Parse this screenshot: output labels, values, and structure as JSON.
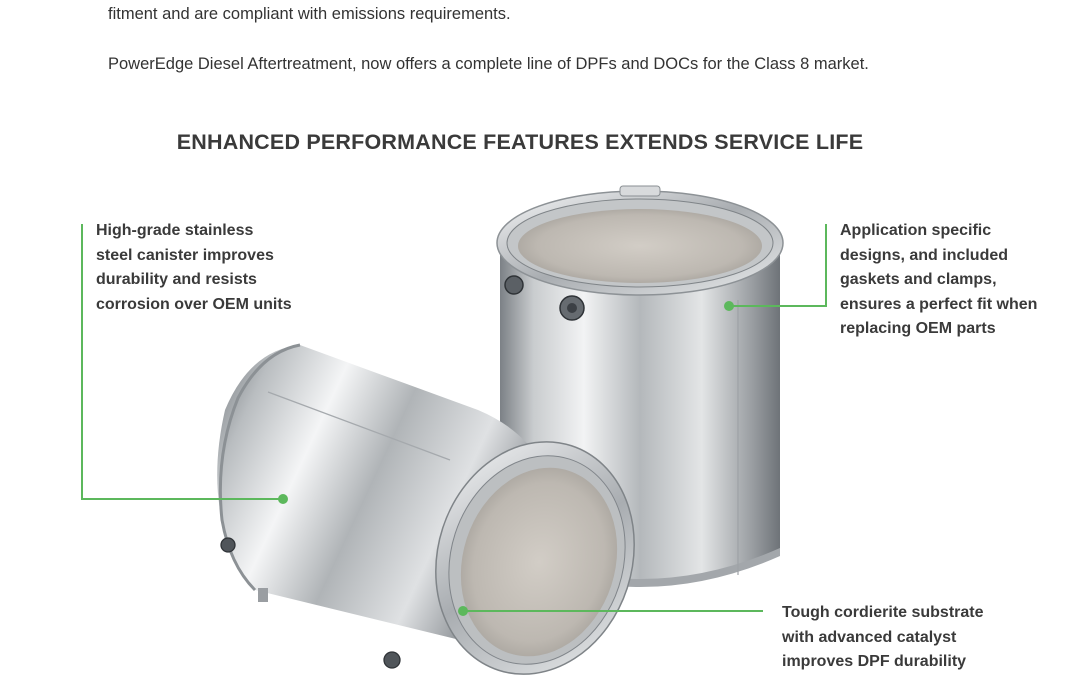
{
  "intro": {
    "line1": "fitment and are compliant with emissions requirements.",
    "line2": "PowerEdge Diesel Aftertreatment, now offers a complete line of DPFs and DOCs for the Class 8 market."
  },
  "heading": "ENHANCED PERFORMANCE FEATURES EXTENDS SERVICE LIFE",
  "callouts": {
    "left": [
      "High-grade stainless",
      "steel canister improves",
      "durability and resists",
      "corrosion over OEM units"
    ],
    "right": [
      "Application specific",
      "designs, and included",
      "gaskets and clamps,",
      "ensures a perfect fit when",
      "replacing OEM parts"
    ],
    "bottom": [
      "Tough cordierite substrate",
      "with advanced catalyst",
      "improves DPF durability"
    ]
  },
  "colors": {
    "accent_green": "#5cb85c",
    "text": "#3a3a3a"
  }
}
